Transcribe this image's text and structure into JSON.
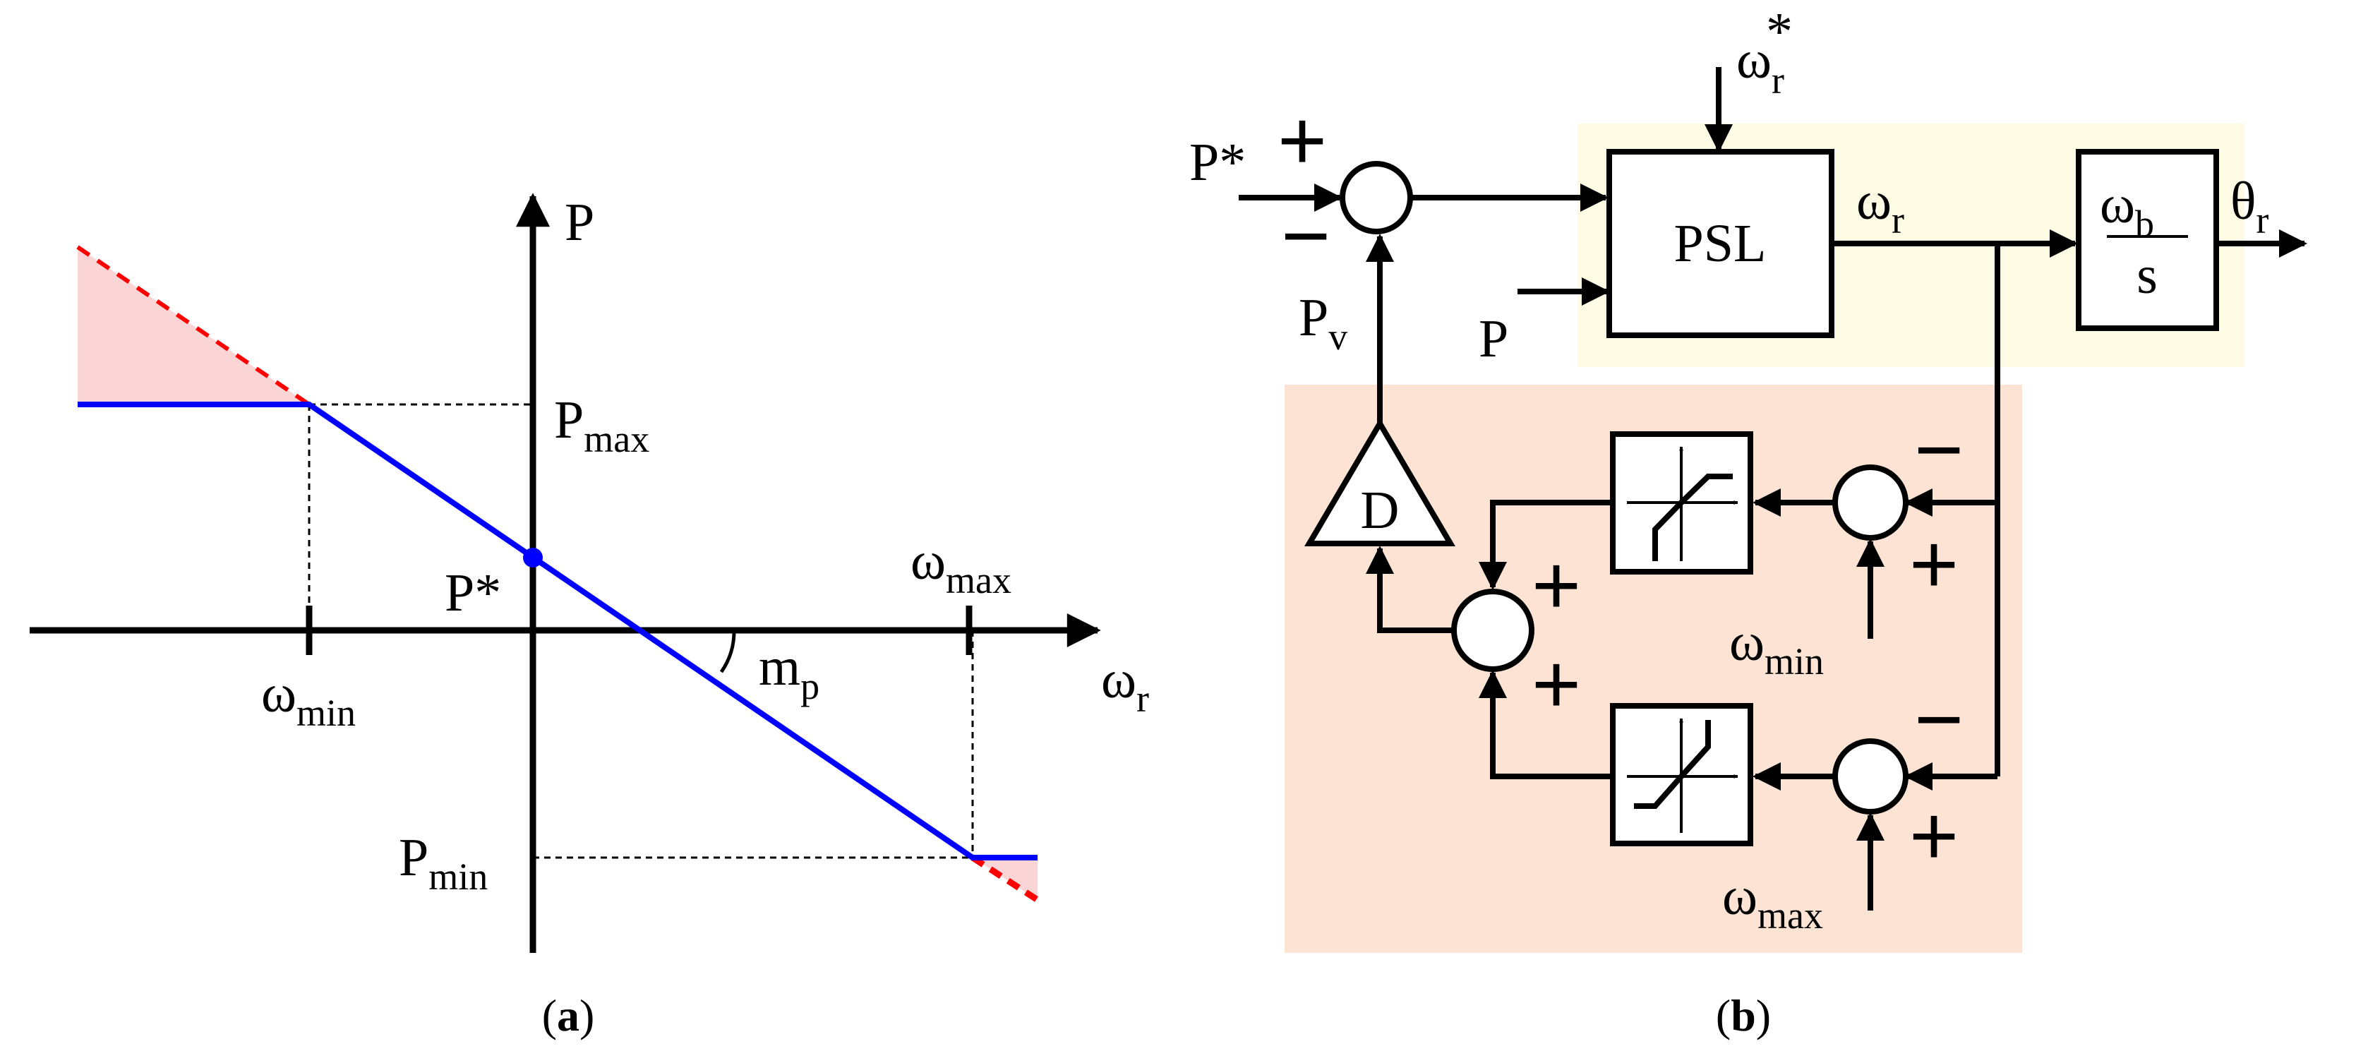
{
  "colors": {
    "line": "#000000",
    "droop_line": "#0000ff",
    "saturation_dashed": "#ff0000",
    "excess_region": "#fbd5d5",
    "psl_region": "#fdfbe3",
    "limiter_region": "#fce3d3"
  },
  "panel_a": {
    "caption_letter": "a",
    "y_axis_label": "P",
    "x_axis_label": {
      "base": "ω",
      "sub": "r"
    },
    "p_max": {
      "base": "P",
      "sub": "max"
    },
    "p_min": {
      "base": "P",
      "sub": "min"
    },
    "p_star": "P*",
    "w_min": {
      "base": "ω",
      "sub": "min"
    },
    "w_max": {
      "base": "ω",
      "sub": "max"
    },
    "slope": {
      "base": "m",
      "sub": "p"
    }
  },
  "panel_b": {
    "caption_letter": "b",
    "p_star_input": "P*",
    "p_input": "P",
    "pv": {
      "base": "P",
      "sub": "v"
    },
    "w_r_ref": {
      "base": "ω",
      "sub": "r",
      "sup": "*"
    },
    "psl_block": "PSL",
    "w_r_out": {
      "base": "ω",
      "sub": "r"
    },
    "integrator": {
      "num_base": "ω",
      "num_sub": "b",
      "den": "s"
    },
    "theta_out": {
      "base": "θ",
      "sub": "r"
    },
    "gain_block": "D",
    "w_min_in": {
      "base": "ω",
      "sub": "min"
    },
    "w_max_in": {
      "base": "ω",
      "sub": "max"
    },
    "plus": "+",
    "minus": "−"
  }
}
